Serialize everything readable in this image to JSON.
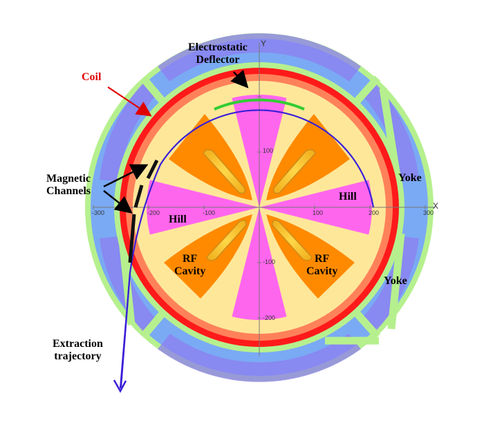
{
  "labels": {
    "coil": "Coil",
    "electrostatic_deflector": [
      "Electrostatic",
      "Deflector"
    ],
    "magnetic_channels": [
      "Magnetic",
      "Channels"
    ],
    "yoke_right_upper": "Yoke",
    "yoke_right_lower": "Yoke",
    "hill_right": "Hill",
    "hill_left": "Hill",
    "rf_cavity_left": [
      "RF",
      "Cavity"
    ],
    "rf_cavity_right": [
      "RF",
      "Cavity"
    ],
    "extraction_trajectory": [
      "Extraction",
      "trajectory"
    ]
  },
  "axes": {
    "x_label": "X",
    "y_label": "Y",
    "x_ticks": [
      "-300",
      "-200",
      "-100",
      "100",
      "200",
      "300"
    ],
    "y_ticks": [
      "100",
      "-100",
      "-200"
    ]
  },
  "colors": {
    "yoke_blue": "#7aaaf4",
    "yoke_purple": "#8d7ef0",
    "support_green": "#b6f08e",
    "coil_red": "#ff1a1a",
    "hill_magenta": "#ff66ee",
    "valley_yellow": "#ffe79a",
    "dee_orange": "#ff8a00",
    "stem_yellow": "#ffcc33",
    "trajectory_blue": "#3a1fd8",
    "deflector_green": "#33cc33",
    "coil_arrow": "#e00000"
  }
}
